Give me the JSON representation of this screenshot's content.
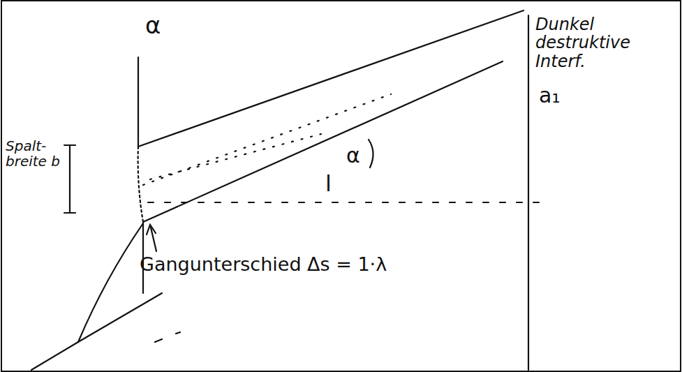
{
  "diagram": {
    "labels": [
      "Spalt- breite b",
      "α",
      "α",
      "l",
      "Gangunterschied Δs = 1·λ",
      "Dunkel destruktive Interf.",
      "a₁"
    ]
  }
}
